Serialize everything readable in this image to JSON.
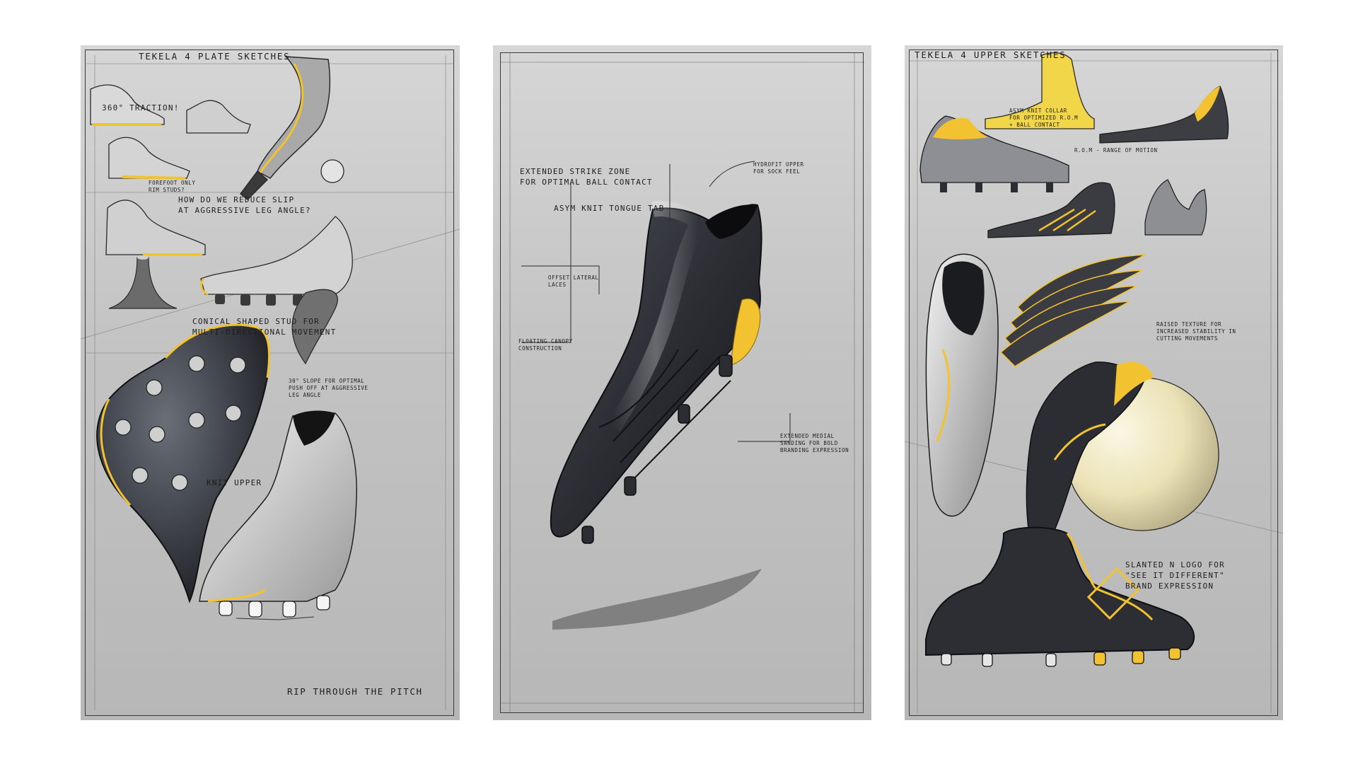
{
  "panels": [
    {
      "title": "Tekela 4 Plate Sketches",
      "notes": {
        "traction": "360° traction!",
        "forefoot": "Forefoot only\nrim studs?",
        "slip_question": "How do we reduce slip\nat aggressive leg angle?",
        "conical_stud": "Conical shaped stud for\nmulti-directional movement",
        "slope": "30° slope for optimal\npush off at aggressive\nleg angle",
        "knit_upper": "Knit Upper",
        "tagline": "Rip through the Pitch"
      }
    },
    {
      "notes": {
        "strike_zone": "Extended strike zone\nfor optimal ball contact",
        "tongue": "Asym knit tongue tab",
        "hydrofit": "Hydrofit upper\nfor sock feel",
        "laces": "Offset lateral\nlaces",
        "canopy": "Floating canopy\nconstruction",
        "medial": "Extended medial\nsanding for bold\nbranding expression"
      }
    },
    {
      "title": "Tekela 4 Upper Sketches",
      "notes": {
        "collar": "Asym knit collar\nfor optimized R.O.M\n+ ball contact",
        "rom": "R.O.M - range of motion",
        "texture": "Raised texture for\nincreased stability in\ncutting movements",
        "logo": "Slanted N logo for\n\"see it different\"\nbrand expression"
      }
    }
  ],
  "colors": {
    "accent_yellow": "#f2c230",
    "boot_dark": "#2b2d33",
    "panel_gray": "#c6c6c6",
    "ink": "#1e1e1e"
  }
}
